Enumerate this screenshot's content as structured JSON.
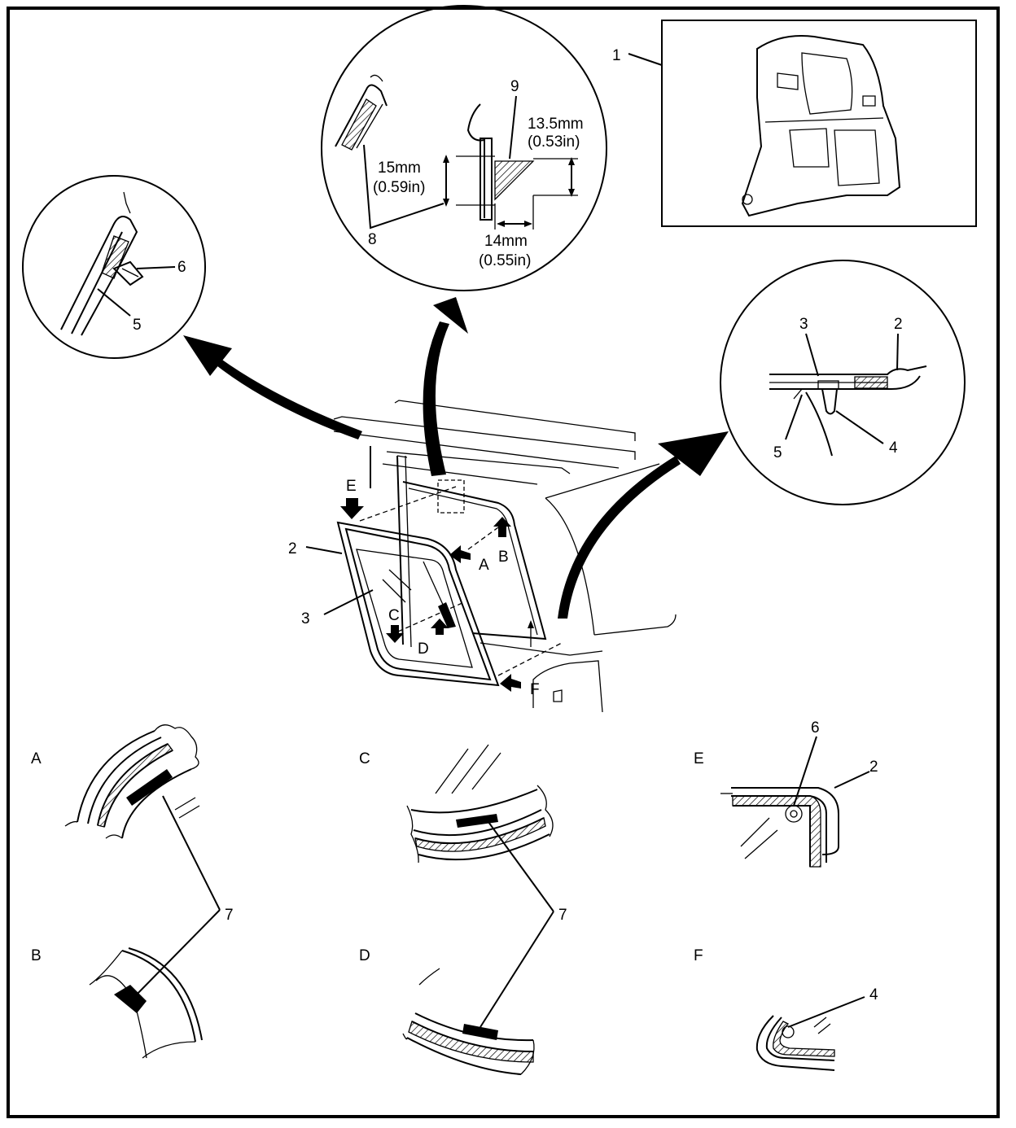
{
  "callouts": {
    "n1": "1",
    "n2": "2",
    "n3": "3",
    "n4": "4",
    "n5": "5",
    "n6": "6",
    "n7": "7",
    "n8": "8",
    "n9": "9"
  },
  "arrows": {
    "A": "A",
    "B": "B",
    "C": "C",
    "D": "D",
    "E": "E",
    "F": "F"
  },
  "dimensions": {
    "d1": "13.5mm",
    "d1_in": "(0.53in)",
    "d2": "15mm",
    "d2_in": "(0.59in)",
    "d3": "14mm",
    "d3_in": "(0.55in)"
  },
  "panels": {
    "A": "A",
    "B": "B",
    "C": "C",
    "D": "D",
    "E": "E",
    "F": "F"
  }
}
